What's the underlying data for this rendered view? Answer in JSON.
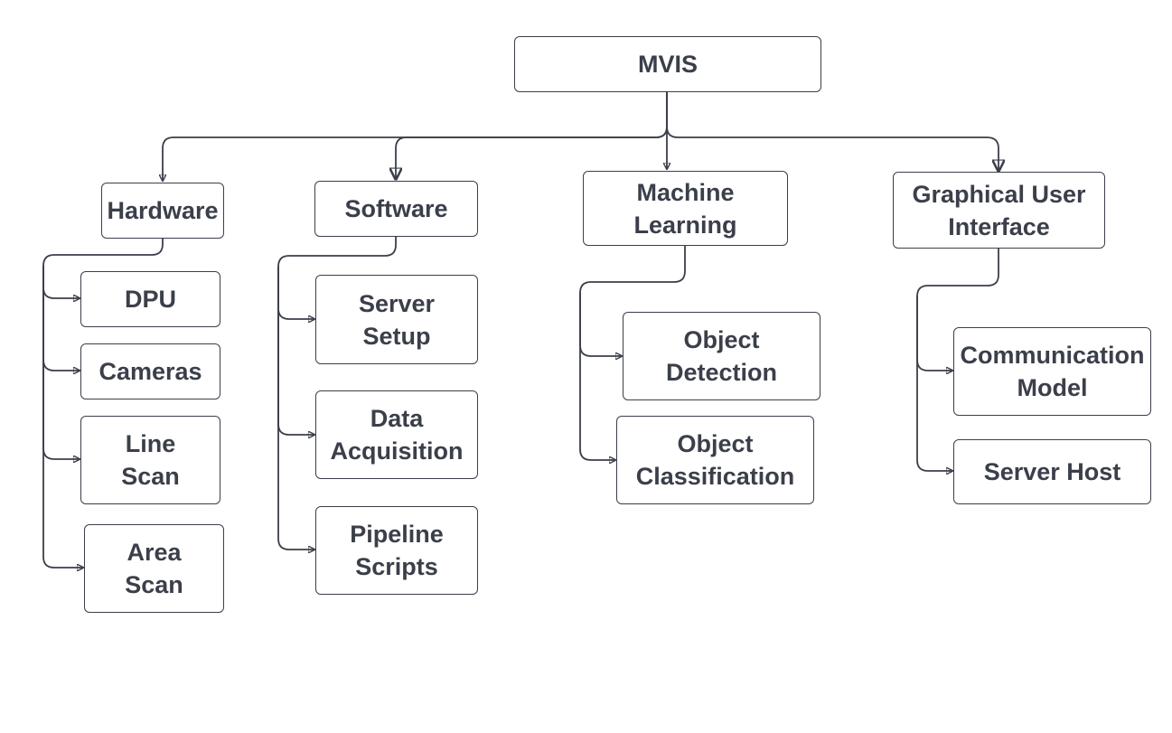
{
  "root": {
    "lines": [
      "MVIS"
    ]
  },
  "categories": [
    {
      "id": "hardware",
      "lines": [
        "Hardware"
      ],
      "children": [
        {
          "id": "dpu",
          "lines": [
            "DPU"
          ]
        },
        {
          "id": "cameras",
          "lines": [
            "Cameras"
          ]
        },
        {
          "id": "line-scan",
          "lines": [
            "Line",
            "Scan"
          ]
        },
        {
          "id": "area-scan",
          "lines": [
            "Area",
            "Scan"
          ]
        }
      ]
    },
    {
      "id": "software",
      "lines": [
        "Software"
      ],
      "children": [
        {
          "id": "server-setup",
          "lines": [
            "Server",
            "Setup"
          ]
        },
        {
          "id": "data-acquisition",
          "lines": [
            "Data",
            "Acquisition"
          ]
        },
        {
          "id": "pipeline-scripts",
          "lines": [
            "Pipeline",
            "Scripts"
          ]
        }
      ]
    },
    {
      "id": "machine-learning",
      "lines": [
        "Machine",
        "Learning"
      ],
      "children": [
        {
          "id": "object-detection",
          "lines": [
            "Object",
            "Detection"
          ]
        },
        {
          "id": "object-classification",
          "lines": [
            "Object",
            "Classification"
          ]
        }
      ]
    },
    {
      "id": "gui",
      "lines": [
        "Graphical User",
        "Interface"
      ],
      "children": [
        {
          "id": "communication-model",
          "lines": [
            "Communication",
            "Model"
          ]
        },
        {
          "id": "server-host",
          "lines": [
            "Server Host"
          ]
        }
      ]
    }
  ],
  "colors": {
    "stroke": "#3b3f4a",
    "text": "#3b3f4a",
    "background": "#ffffff"
  }
}
